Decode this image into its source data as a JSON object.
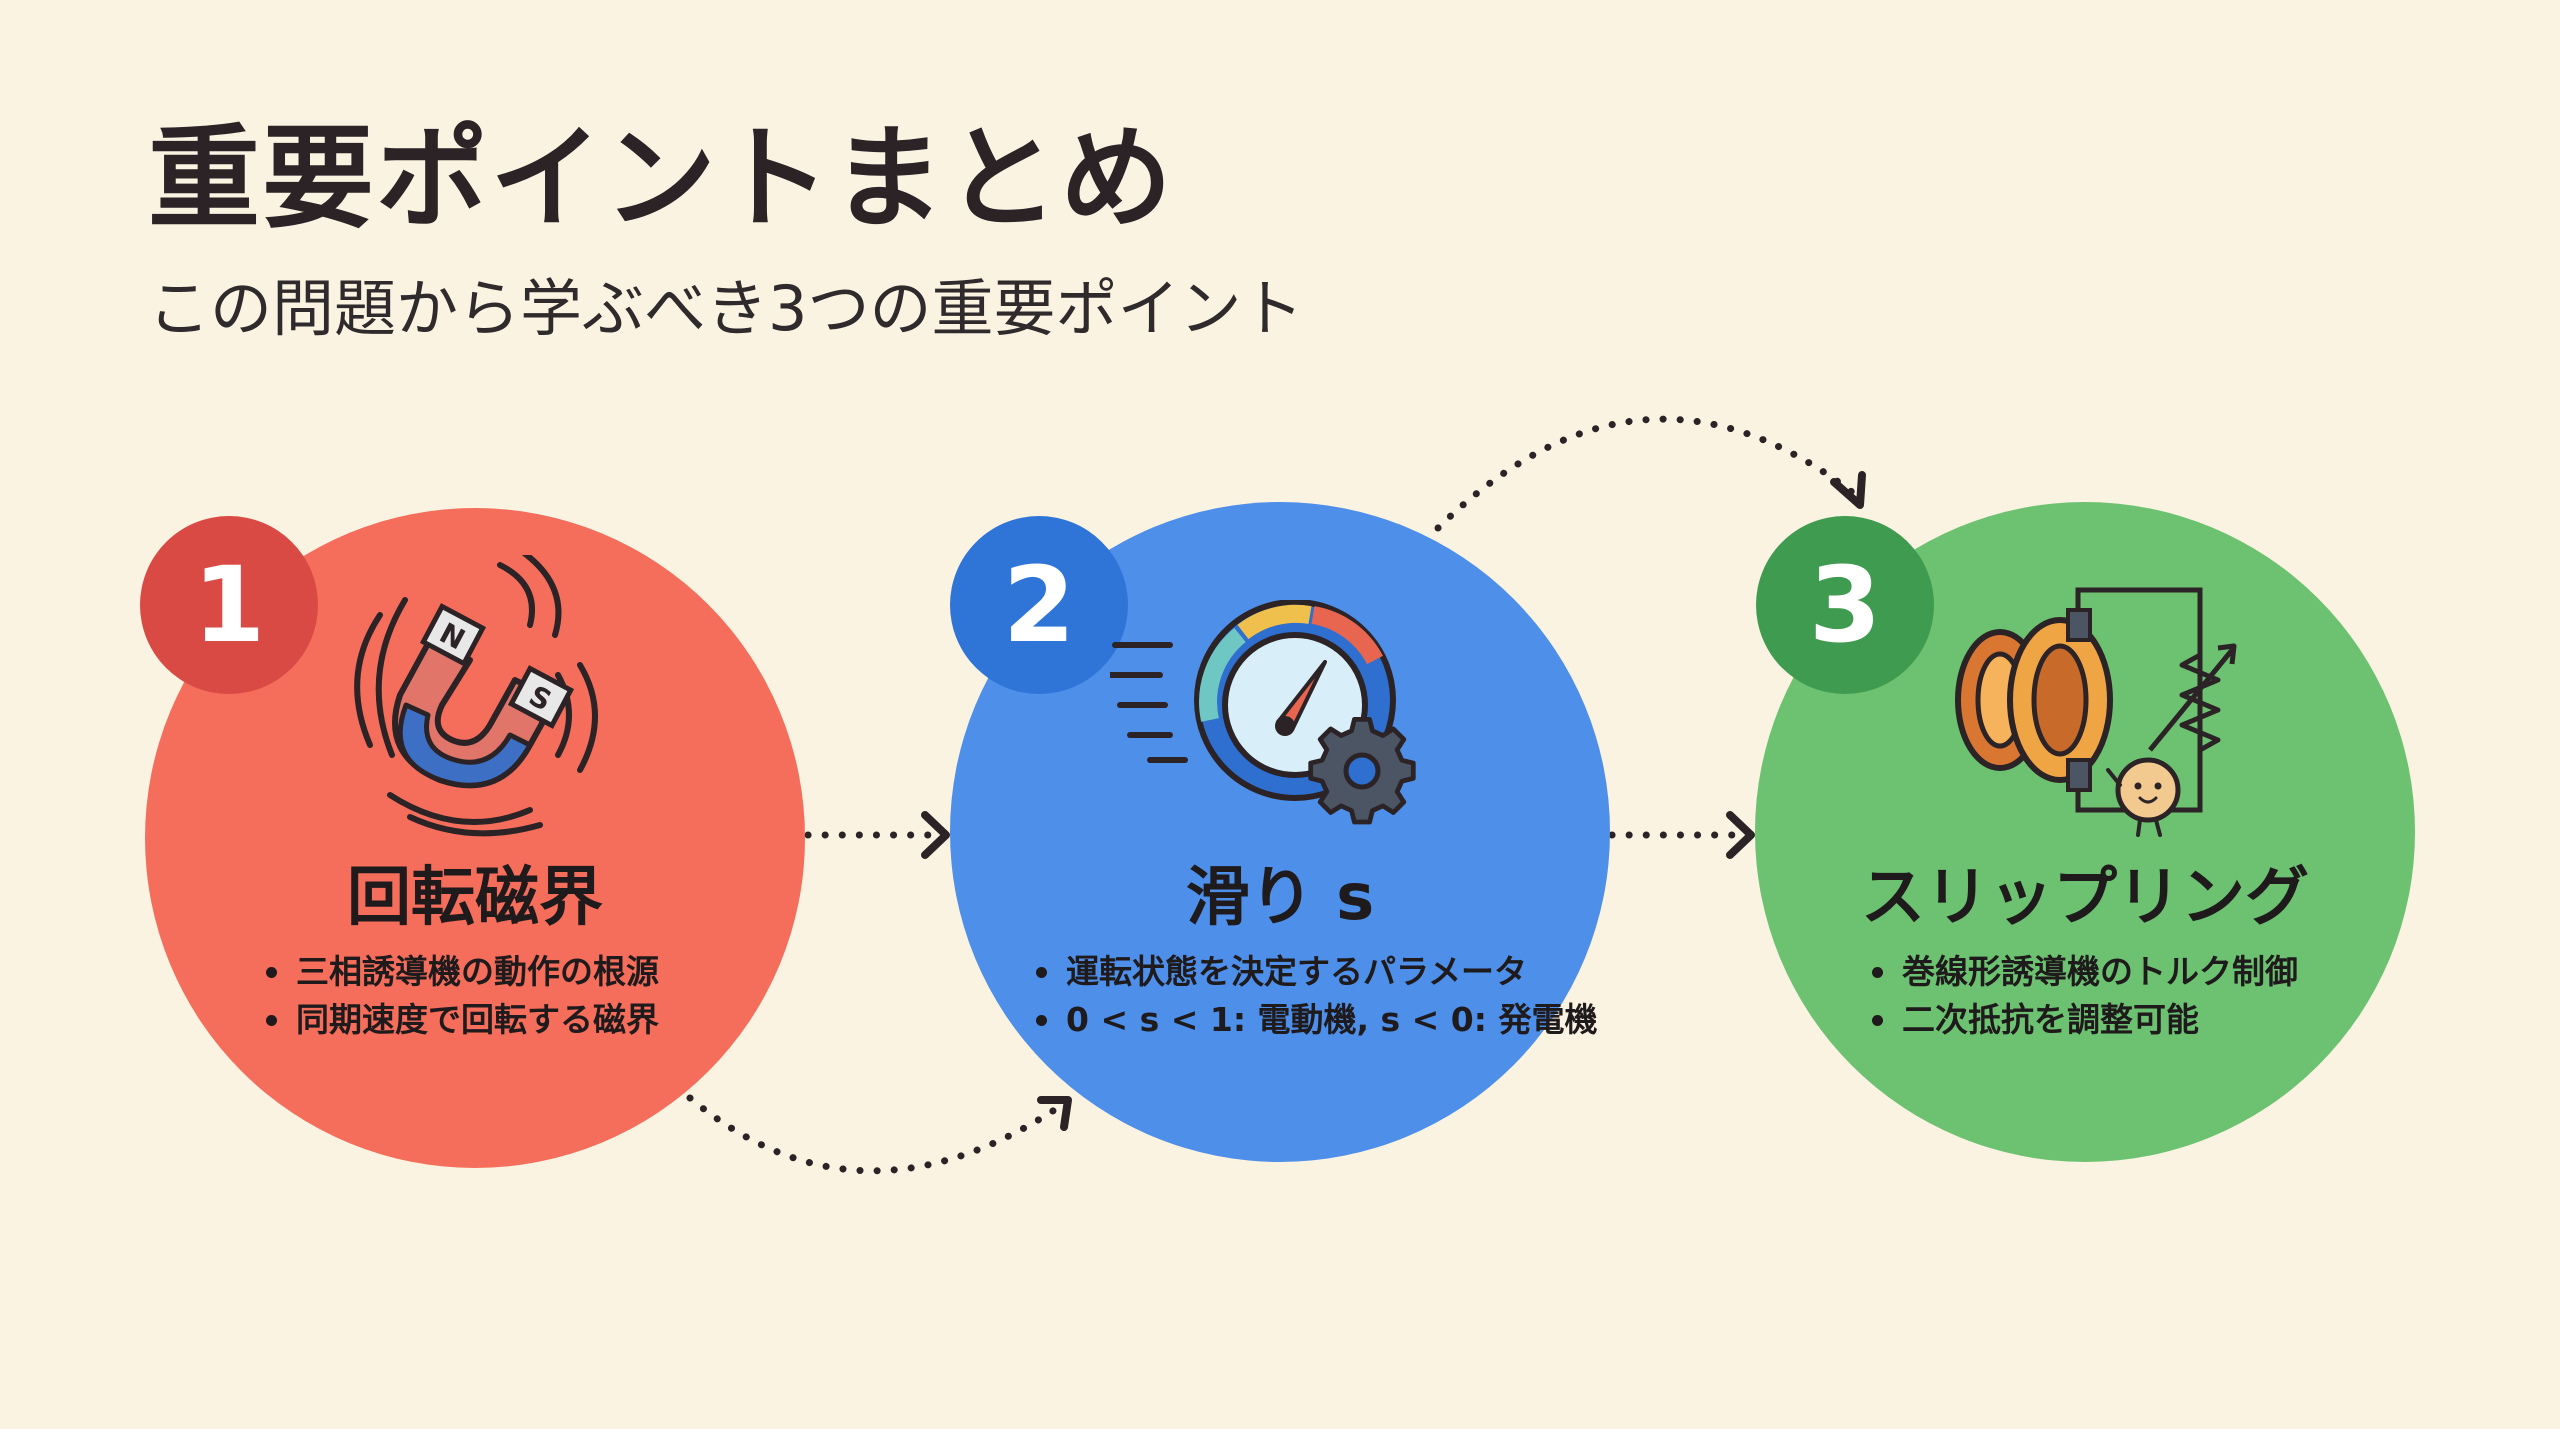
{
  "title": "重要ポイントまとめ",
  "subtitle": "この問題から学ぶべき3つの重要ポイント",
  "points": [
    {
      "number": "1",
      "title": "回転磁界",
      "icon": "horseshoe-magnet-icon",
      "color": "#f56d5b",
      "bullets": [
        "三相誘導機の動作の根源",
        "同期速度で回転する磁界"
      ]
    },
    {
      "number": "2",
      "title": "滑り s",
      "icon": "speedometer-gear-icon",
      "color": "#4e8fe9",
      "bullets": [
        "運転状態を決定するパラメータ",
        "0 < s < 1: 電動機, s < 0: 発電機"
      ]
    },
    {
      "number": "3",
      "title": "スリップリング",
      "icon": "slip-ring-icon",
      "color": "#6cc271",
      "bullets": [
        "巻線形誘導機のトルク制御",
        "二次抵抗を調整可能"
      ]
    }
  ],
  "magnet_labels": {
    "north": "N",
    "south": "S"
  }
}
